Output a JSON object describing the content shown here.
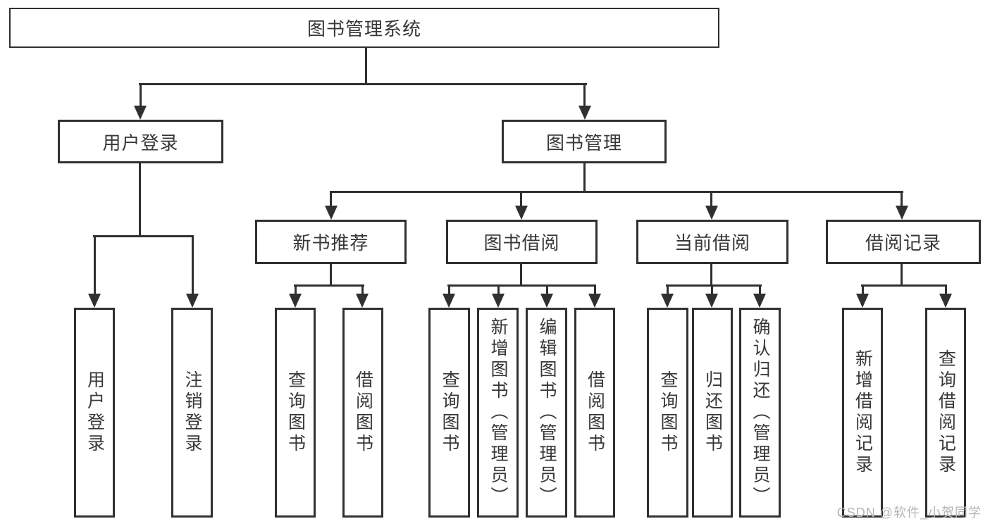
{
  "diagram": {
    "type": "hierarchy-tree",
    "root": {
      "label": "图书管理系统"
    },
    "level2": [
      {
        "label": "用户登录"
      },
      {
        "label": "图书管理"
      }
    ],
    "level3": [
      {
        "label": "新书推荐"
      },
      {
        "label": "图书借阅"
      },
      {
        "label": "当前借阅"
      },
      {
        "label": "借阅记录"
      }
    ],
    "leaves": {
      "user_login": [
        "用户登录",
        "注销登录"
      ],
      "new_books": [
        "查询图书",
        "借阅图书"
      ],
      "book_borrow": [
        "查询图书",
        "新增图书（管理员）",
        "编辑图书（管理员）",
        "借阅图书"
      ],
      "current_borrow": [
        "查询图书",
        "归还图书",
        "确认归还（管理员）"
      ],
      "borrow_records": [
        "新增借阅记录",
        "查询借阅记录"
      ]
    },
    "colors": {
      "line": "#303030",
      "box_border": "#303030",
      "box_background": "#ffffff",
      "text": "#383838",
      "watermark": "#b5b5b5",
      "page_background": "#ffffff"
    }
  },
  "watermark": {
    "text": "CSDN @软件_小贺同学"
  }
}
